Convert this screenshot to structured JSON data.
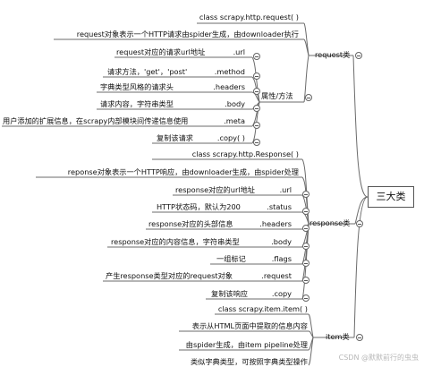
{
  "root": {
    "label": "三大类"
  },
  "request": {
    "label": "request类",
    "title": "class scrapy.http.request( )",
    "desc": "request对象表示一个HTTP请求由spider生成，由downloader执行",
    "attr_group": "属性/方法",
    "attrs": [
      {
        "desc": "request对应的请求url地址",
        "name": ".url"
      },
      {
        "desc": "请求方法，'get'，'post'",
        "name": ".method"
      },
      {
        "desc": "字典类型风格的请求头",
        "name": ".headers"
      },
      {
        "desc": "请求内容，字符串类型",
        "name": ".body"
      },
      {
        "desc": "用户添加的扩展信息，在scrapy内部模块间传递信息使用",
        "name": ".meta"
      },
      {
        "desc": "复制该请求",
        "name": ".copy( )"
      }
    ]
  },
  "response": {
    "label": "response类",
    "title": "class scrapy.http.Response( )",
    "desc": "reponse对象表示一个HTTP响应，由downloader生成，由spider处理",
    "attrs": [
      {
        "desc": "response对应的url地址",
        "name": ".url"
      },
      {
        "desc": "HTTP状态码，默认为200",
        "name": ".status"
      },
      {
        "desc": "response对应的头部信息",
        "name": ".headers"
      },
      {
        "desc": "response对应的内容信息，字符串类型",
        "name": ".body"
      },
      {
        "desc": "一组标记",
        "name": ".flags"
      },
      {
        "desc": "产生response类型对应的request对象",
        "name": ".request"
      },
      {
        "desc": "复制该响应",
        "name": ".copy"
      }
    ]
  },
  "item": {
    "label": "item类",
    "title": "class scrapy.item.item( )",
    "rows": [
      "表示从HTML页面中提取的信息内容",
      "由spider生成，由item pipeline处理",
      "类似字典类型，可按照字典类型操作"
    ]
  },
  "watermark": "CSDN @默默前行的虫虫"
}
